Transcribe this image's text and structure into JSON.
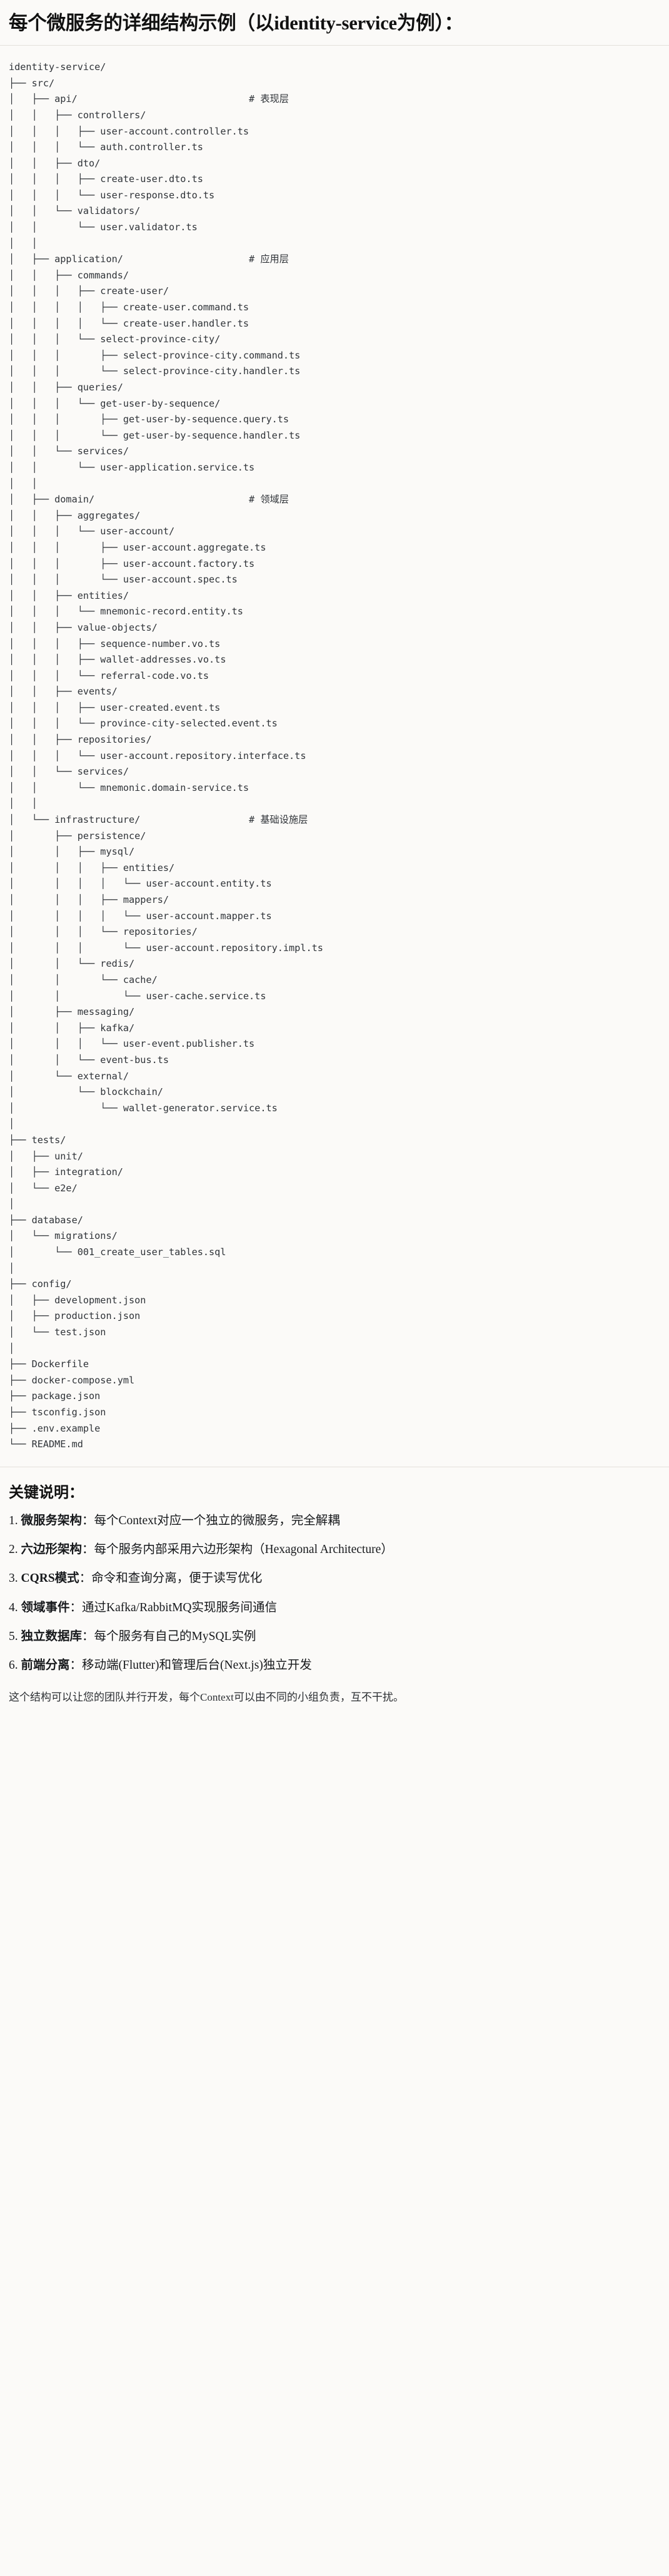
{
  "header": {
    "title": "每个微服务的详细结构示例（以identity-service为例）："
  },
  "tree": {
    "root": "identity-service/",
    "text": "identity-service/\n├── src/\n│   ├── api/                              # 表现层\n│   │   ├── controllers/\n│   │   │   ├── user-account.controller.ts\n│   │   │   └── auth.controller.ts\n│   │   ├── dto/\n│   │   │   ├── create-user.dto.ts\n│   │   │   └── user-response.dto.ts\n│   │   └── validators/\n│   │       └── user.validator.ts\n│   │\n│   ├── application/                      # 应用层\n│   │   ├── commands/\n│   │   │   ├── create-user/\n│   │   │   │   ├── create-user.command.ts\n│   │   │   │   └── create-user.handler.ts\n│   │   │   └── select-province-city/\n│   │   │       ├── select-province-city.command.ts\n│   │   │       └── select-province-city.handler.ts\n│   │   ├── queries/\n│   │   │   └── get-user-by-sequence/\n│   │   │       ├── get-user-by-sequence.query.ts\n│   │   │       └── get-user-by-sequence.handler.ts\n│   │   └── services/\n│   │       └── user-application.service.ts\n│   │\n│   ├── domain/                           # 领域层\n│   │   ├── aggregates/\n│   │   │   └── user-account/\n│   │   │       ├── user-account.aggregate.ts\n│   │   │       ├── user-account.factory.ts\n│   │   │       └── user-account.spec.ts\n│   │   ├── entities/\n│   │   │   └── mnemonic-record.entity.ts\n│   │   ├── value-objects/\n│   │   │   ├── sequence-number.vo.ts\n│   │   │   ├── wallet-addresses.vo.ts\n│   │   │   └── referral-code.vo.ts\n│   │   ├── events/\n│   │   │   ├── user-created.event.ts\n│   │   │   └── province-city-selected.event.ts\n│   │   ├── repositories/\n│   │   │   └── user-account.repository.interface.ts\n│   │   └── services/\n│   │       └── mnemonic.domain-service.ts\n│   │\n│   └── infrastructure/                   # 基础设施层\n│       ├── persistence/\n│       │   ├── mysql/\n│       │   │   ├── entities/\n│       │   │   │   └── user-account.entity.ts\n│       │   │   ├── mappers/\n│       │   │   │   └── user-account.mapper.ts\n│       │   │   └── repositories/\n│       │   │       └── user-account.repository.impl.ts\n│       │   └── redis/\n│       │       └── cache/\n│       │           └── user-cache.service.ts\n│       ├── messaging/\n│       │   ├── kafka/\n│       │   │   └── user-event.publisher.ts\n│       │   └── event-bus.ts\n│       └── external/\n│           └── blockchain/\n│               └── wallet-generator.service.ts\n│\n├── tests/\n│   ├── unit/\n│   ├── integration/\n│   └── e2e/\n│\n├── database/\n│   └── migrations/\n│       └── 001_create_user_tables.sql\n│\n├── config/\n│   ├── development.json\n│   ├── production.json\n│   └── test.json\n│\n├── Dockerfile\n├── docker-compose.yml\n├── package.json\n├── tsconfig.json\n├── .env.example\n└── README.md",
    "comments": [
      {
        "label": "# 表现层",
        "for": "api/"
      },
      {
        "label": "# 应用层",
        "for": "application/"
      },
      {
        "label": "# 领域层",
        "for": "domain/"
      },
      {
        "label": "# 基础设施层",
        "for": "infrastructure/"
      }
    ]
  },
  "notes": {
    "title": "关键说明：",
    "items": [
      {
        "key": "微服务架构",
        "text": "：每个Context对应一个独立的微服务，完全解耦"
      },
      {
        "key": "六边形架构",
        "text": "：每个服务内部采用六边形架构（Hexagonal Architecture）"
      },
      {
        "key": "CQRS模式",
        "text": "：命令和查询分离，便于读写优化"
      },
      {
        "key": "领域事件",
        "text": "：通过Kafka/RabbitMQ实现服务间通信"
      },
      {
        "key": "独立数据库",
        "text": "：每个服务有自己的MySQL实例"
      },
      {
        "key": "前端分离",
        "text": "：移动端(Flutter)和管理后台(Next.js)独立开发"
      }
    ],
    "closing": "这个结构可以让您的团队并行开发，每个Context可以由不同的小组负责，互不干扰。"
  }
}
